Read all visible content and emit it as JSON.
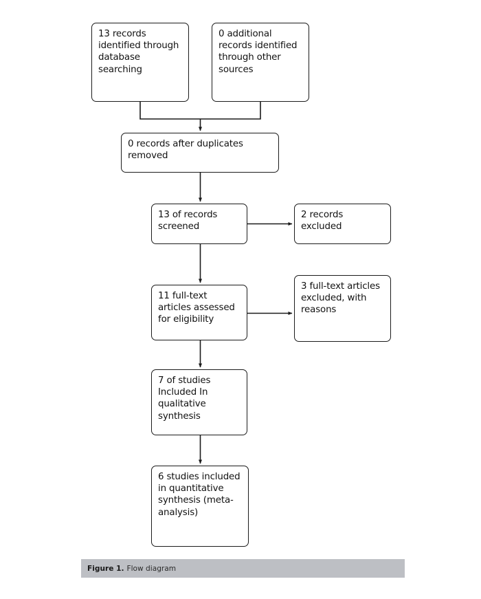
{
  "figure": {
    "caption_label": "Figure 1.",
    "caption_text": "Flow diagram",
    "bar_color": "#bdbfc4"
  },
  "diagram": {
    "type": "prisma-flow-diagram",
    "stroke_color": "#1a1a1a",
    "box_fill": "#ffffff",
    "boxes": [
      {
        "id": "database-searching",
        "text": "13 records identified through database searching",
        "count": 13
      },
      {
        "id": "other-sources",
        "text": "0 additional records identified through other sources",
        "count": 0
      },
      {
        "id": "duplicates-removed",
        "text": "0 records after duplicates removed",
        "count": 0
      },
      {
        "id": "records-screened",
        "text": "13 of records screened",
        "count": 13
      },
      {
        "id": "records-excluded",
        "text": "2 records excluded",
        "count": 2
      },
      {
        "id": "fulltext-assessed",
        "text": "11 full-text articles assessed for eligibility",
        "count": 11
      },
      {
        "id": "fulltext-excluded",
        "text": "3 full-text articles excluded, with reasons",
        "count": 3
      },
      {
        "id": "qualitative-synthesis",
        "text": "7 of studies Included In qualitative synthesis",
        "count": 7
      },
      {
        "id": "quantitative-synthesis",
        "text": "6 studies included in quantitative synthesis (meta-analysis)",
        "count": 6
      }
    ]
  }
}
